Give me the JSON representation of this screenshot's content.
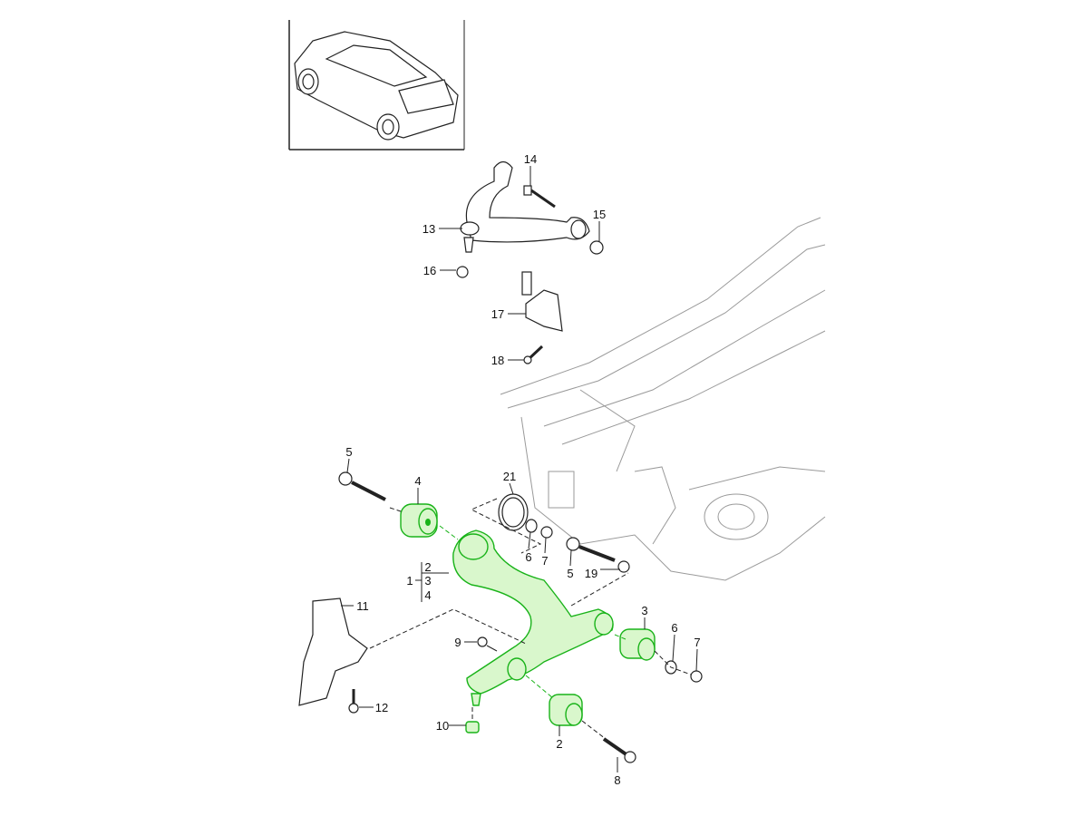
{
  "diagram": {
    "colors": {
      "highlight_fill": "#d9f7cc",
      "highlight_stroke": "#19b319",
      "chassis": "#9a9a9a"
    },
    "callouts": {
      "c14": "14",
      "c15": "15",
      "c13": "13",
      "c16": "16",
      "c17": "17",
      "c18": "18",
      "c5a": "5",
      "c4a": "4",
      "c21": "21",
      "c6a": "6",
      "c7a": "7",
      "c5b": "5",
      "c19": "19",
      "c1": "1",
      "c1_2": "2",
      "c1_3": "3",
      "c1_4": "4",
      "c11": "11",
      "c3": "3",
      "c6b": "6",
      "c7b": "7",
      "c9": "9",
      "c12": "12",
      "c10": "10",
      "c2": "2",
      "c8": "8"
    }
  }
}
